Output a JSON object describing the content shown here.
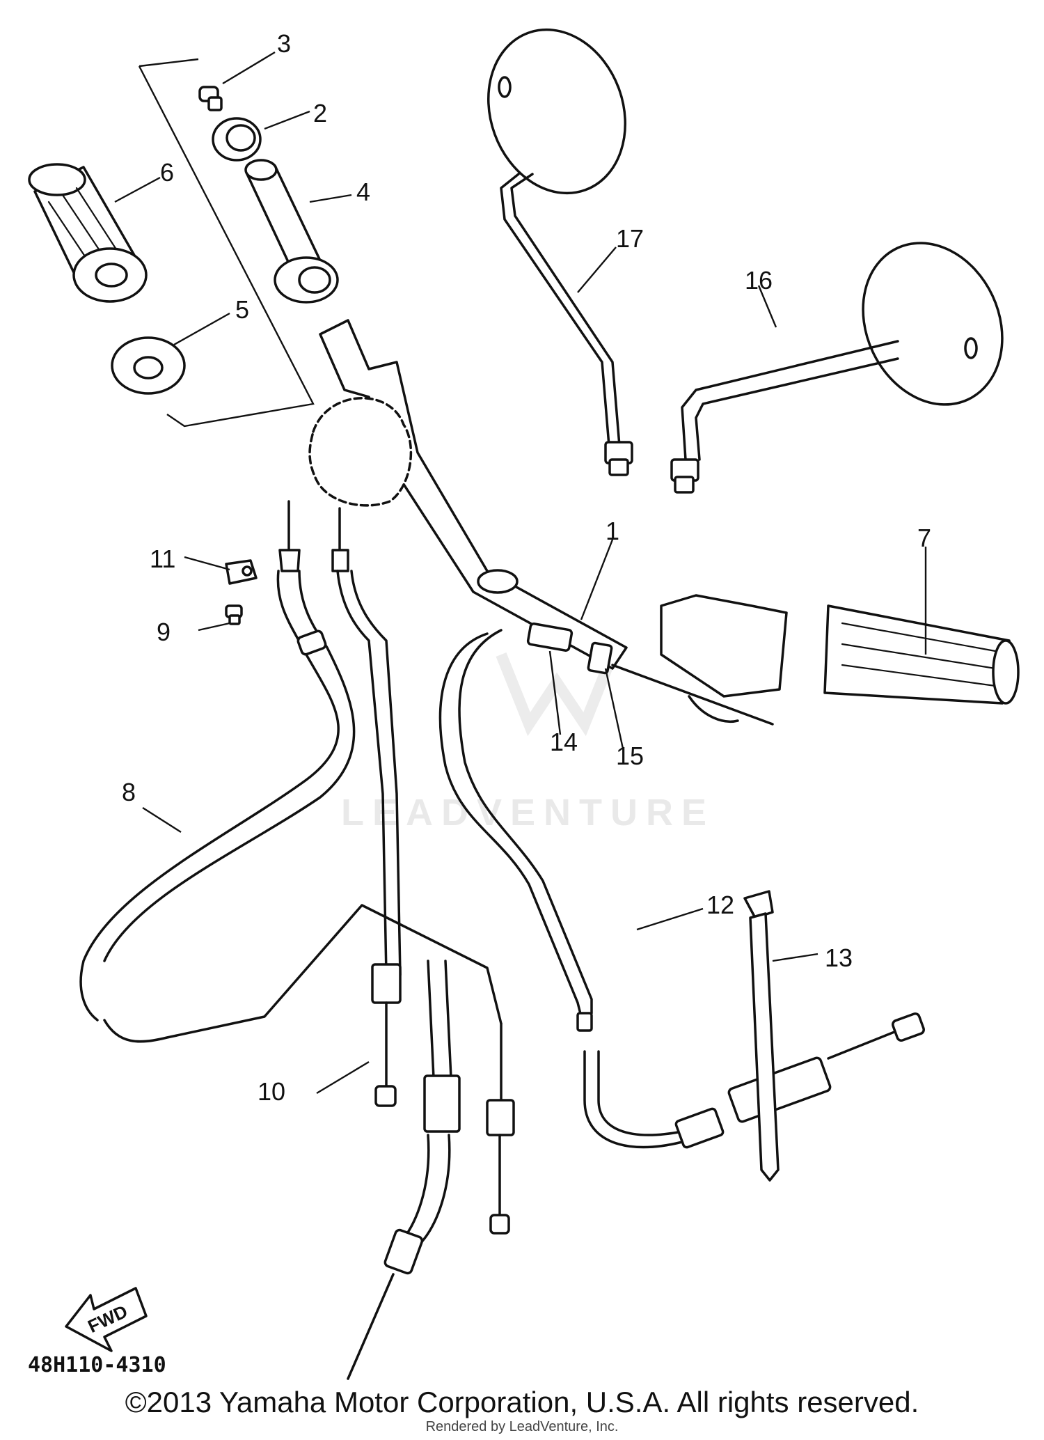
{
  "diagram": {
    "callouts": [
      "1",
      "2",
      "3",
      "4",
      "5",
      "6",
      "7",
      "8",
      "9",
      "10",
      "11",
      "12",
      "13",
      "14",
      "15",
      "16",
      "17"
    ],
    "part_code": "48H110-4310",
    "fwd_label": "FWD",
    "watermark": "LEADVENTURE"
  },
  "footer": {
    "copyright": "©2013 Yamaha Motor Corporation, U.S.A. All rights reserved.",
    "rendered_by": "Rendered by LeadVenture, Inc."
  }
}
